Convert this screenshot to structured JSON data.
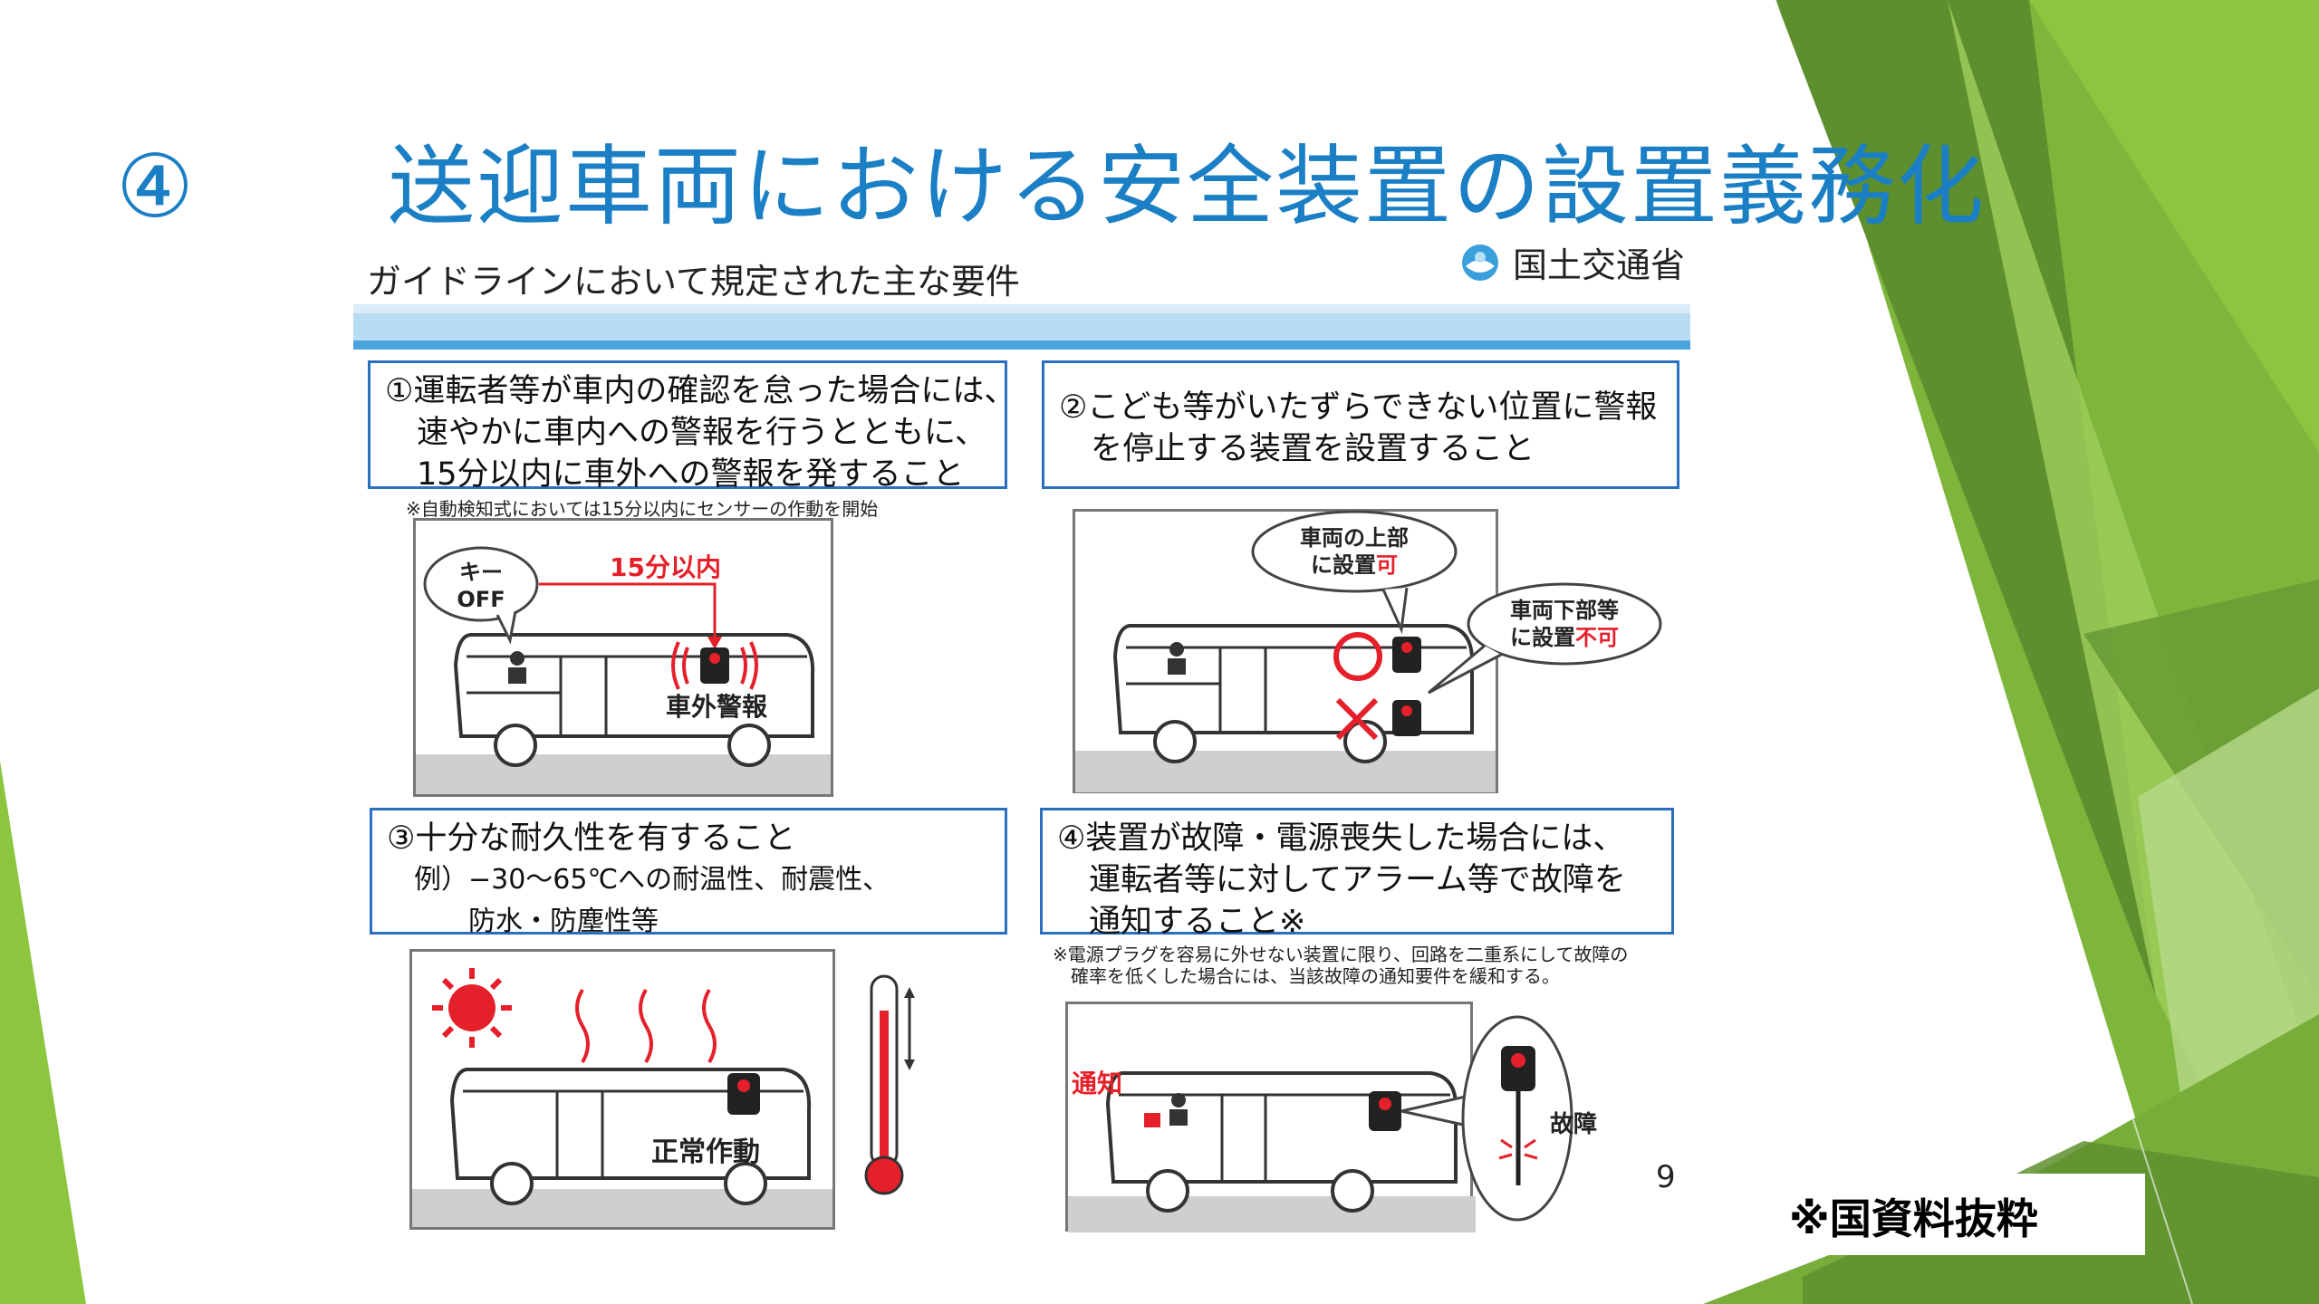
{
  "slide": {
    "number": "④",
    "title": "送迎車両における安全装置の設置義務化",
    "page_number": "9",
    "source_note": "※国資料抜粋"
  },
  "document": {
    "heading": "ガイドラインにおいて規定された主な要件",
    "ministry": "国土交通省",
    "requirements": [
      {
        "lines": [
          "①運転者等が車内の確認を怠った場合には、",
          "　速やかに車内への警報を行うとともに、",
          "　15分以内に車外への警報を発すること"
        ],
        "note": "※自動検知式においては15分以内にセンサーの作動を開始",
        "illustration": {
          "bubble": [
            "キー",
            "OFF"
          ],
          "timer": "15分以内",
          "alarm": "車外警報"
        }
      },
      {
        "lines": [
          "②こども等がいたずらできない位置に警報",
          "　を停止する装置を設置すること"
        ],
        "illustration": {
          "bubble_top": [
            "車両の上部",
            "に設置"
          ],
          "bubble_top_mark": "可",
          "bubble_bottom": [
            "車両下部等",
            "に設置"
          ],
          "bubble_bottom_mark": "不可"
        }
      },
      {
        "lines": [
          "③十分な耐久性を有すること",
          "　例）−30〜65℃への耐温性、耐震性、",
          "　　　防水・防塵性等"
        ],
        "illustration": {
          "label": "正常作動"
        }
      },
      {
        "lines": [
          "④装置が故障・電源喪失した場合には、",
          "　運転者等に対してアラーム等で故障を",
          "　通知すること※"
        ],
        "note_lines": [
          "※電源プラグを容易に外せない装置に限り、回路を二重系にして故障の",
          "　確率を低くした場合には、当該故障の通知要件を緩和する。"
        ],
        "illustration": {
          "notify": "通知",
          "failure": "故障"
        }
      }
    ]
  },
  "colors": {
    "title_blue": "#1a7fc4",
    "box_border": "#2a6fc0",
    "alert_red": "#e5202a",
    "green_dark": "#5e8f2f",
    "green_light": "#8cc63f"
  }
}
